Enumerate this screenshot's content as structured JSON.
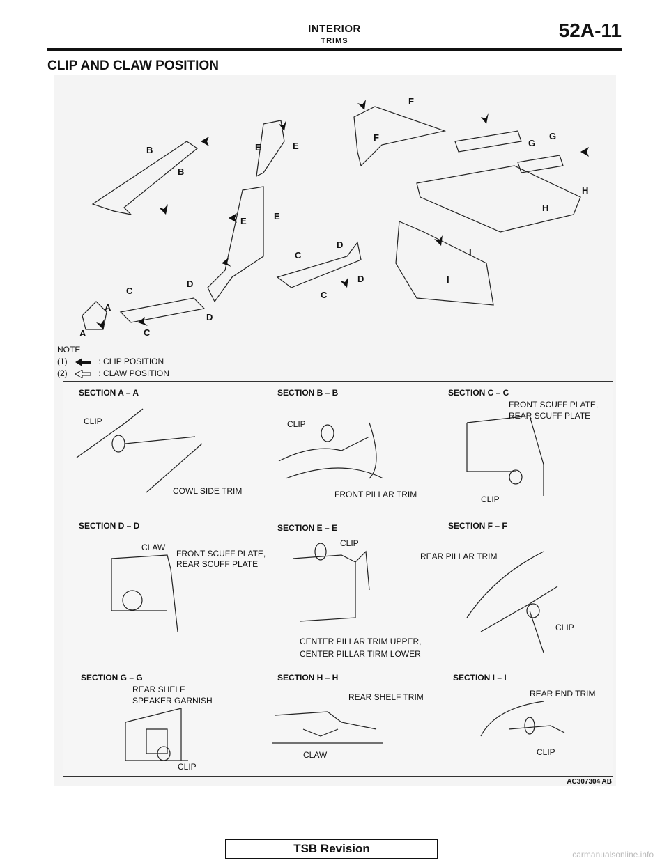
{
  "header": {
    "title": "INTERIOR",
    "subtitle": "TRIMS",
    "page_number": "52A-11"
  },
  "section_title": "CLIP AND CLAW POSITION",
  "note": {
    "heading": "NOTE",
    "items": [
      {
        "num": "(1)",
        "text": ": CLIP POSITION",
        "icon": "solid-arrow-icon"
      },
      {
        "num": "(2)",
        "text": ": CLAW POSITION",
        "icon": "outline-arrow-icon"
      }
    ]
  },
  "callout_letters": [
    "A",
    "B",
    "C",
    "D",
    "E",
    "F",
    "G",
    "H",
    "I"
  ],
  "sections": [
    {
      "title": "SECTION A – A",
      "labels": [
        "CLIP",
        "COWL SIDE TRIM"
      ]
    },
    {
      "title": "SECTION B – B",
      "labels": [
        "CLIP",
        "FRONT PILLAR TRIM"
      ]
    },
    {
      "title": "SECTION C – C",
      "labels": [
        "FRONT SCUFF PLATE,",
        "REAR SCUFF PLATE",
        "CLIP"
      ]
    },
    {
      "title": "SECTION D – D",
      "labels": [
        "CLAW",
        "FRONT SCUFF PLATE,",
        "REAR SCUFF PLATE"
      ]
    },
    {
      "title": "SECTION E – E",
      "labels": [
        "CLIP",
        "CENTER PILLAR TRIM UPPER,",
        "CENTER PILLAR TIRM LOWER"
      ]
    },
    {
      "title": "SECTION F – F",
      "labels": [
        "REAR PILLAR TRIM",
        "CLIP"
      ]
    },
    {
      "title": "SECTION G – G",
      "labels": [
        "REAR SHELF",
        "SPEAKER GARNISH",
        "CLIP"
      ]
    },
    {
      "title": "SECTION H – H",
      "labels": [
        "REAR SHELF TRIM",
        "CLAW"
      ]
    },
    {
      "title": "SECTION I – I",
      "labels": [
        "REAR END TRIM",
        "CLIP"
      ]
    }
  ],
  "figure_ref": "AC307304 AB",
  "footer": "TSB Revision",
  "watermark": "carmanualsonline.info"
}
